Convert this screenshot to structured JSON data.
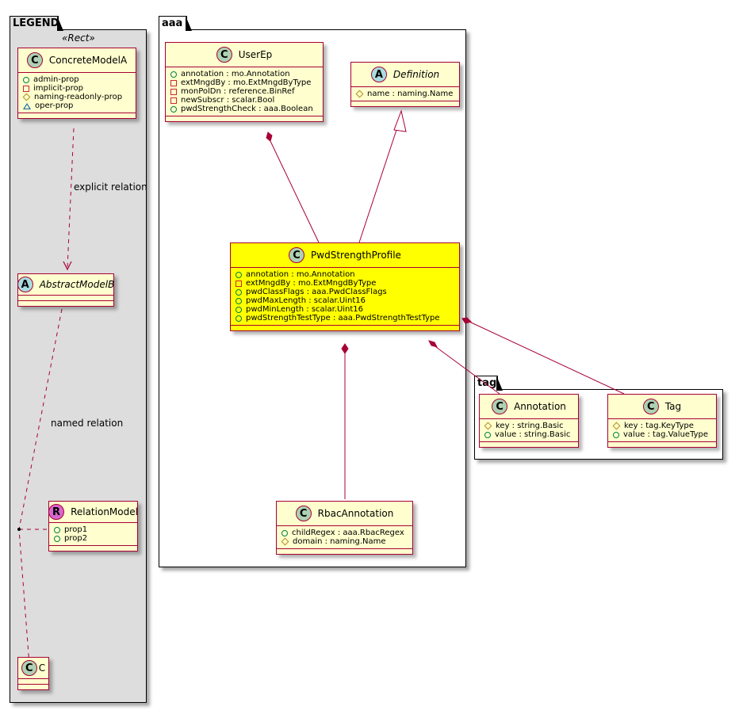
{
  "colors": {
    "class_fill": "#fefece",
    "class_border": "#a80036",
    "highlight_fill": "#ffff00",
    "legend_fill": "#dddddd",
    "edge": "#a80036"
  },
  "packages": {
    "legend": {
      "name": "LEGEND",
      "stereotype": "«Rect»"
    },
    "aaa": {
      "name": "aaa"
    },
    "tag": {
      "name": "tag"
    }
  },
  "classes": {
    "concrete_model_a": {
      "badge": "C",
      "name": "ConcreteModelA",
      "attributes": [
        {
          "visibility": "public",
          "text": "admin-prop"
        },
        {
          "visibility": "private",
          "text": "implicit-prop"
        },
        {
          "visibility": "protected",
          "text": "naming-readonly-prop"
        },
        {
          "visibility": "package",
          "text": "oper-prop"
        }
      ]
    },
    "abstract_model_b": {
      "badge": "A",
      "name": "AbstractModelB",
      "attributes": []
    },
    "relation_model": {
      "badge": "R",
      "name": "RelationModel",
      "attributes": [
        {
          "visibility": "public",
          "text": "prop1"
        },
        {
          "visibility": "public",
          "text": "prop2"
        }
      ]
    },
    "c": {
      "badge": "C",
      "name": "C",
      "attributes": []
    },
    "user_ep": {
      "badge": "C",
      "name": "UserEp",
      "attributes": [
        {
          "visibility": "public",
          "text": "annotation : mo.Annotation"
        },
        {
          "visibility": "private",
          "text": "extMngdBy : mo.ExtMngdByType"
        },
        {
          "visibility": "private",
          "text": "monPolDn : reference.BinRef"
        },
        {
          "visibility": "private",
          "text": "newSubscr : scalar.Bool"
        },
        {
          "visibility": "public",
          "text": "pwdStrengthCheck : aaa.Boolean"
        }
      ]
    },
    "definition": {
      "badge": "A",
      "name": "Definition",
      "attributes": [
        {
          "visibility": "protected",
          "text": "name : naming.Name"
        }
      ]
    },
    "pwd_strength_profile": {
      "badge": "C",
      "name": "PwdStrengthProfile",
      "attributes": [
        {
          "visibility": "public",
          "text": "annotation : mo.Annotation"
        },
        {
          "visibility": "private",
          "text": "extMngdBy : mo.ExtMngdByType"
        },
        {
          "visibility": "public",
          "text": "pwdClassFlags : aaa.PwdClassFlags"
        },
        {
          "visibility": "public",
          "text": "pwdMaxLength : scalar.Uint16"
        },
        {
          "visibility": "public",
          "text": "pwdMinLength : scalar.Uint16"
        },
        {
          "visibility": "public",
          "text": "pwdStrengthTestType : aaa.PwdStrengthTestType"
        }
      ]
    },
    "rbac_annotation": {
      "badge": "C",
      "name": "RbacAnnotation",
      "attributes": [
        {
          "visibility": "public",
          "text": "childRegex : aaa.RbacRegex"
        },
        {
          "visibility": "protected",
          "text": "domain : naming.Name"
        }
      ]
    },
    "annotation": {
      "badge": "C",
      "name": "Annotation",
      "attributes": [
        {
          "visibility": "protected",
          "text": "key : string.Basic"
        },
        {
          "visibility": "public",
          "text": "value : string.Basic"
        }
      ]
    },
    "tag": {
      "badge": "C",
      "name": "Tag",
      "attributes": [
        {
          "visibility": "protected",
          "text": "key : tag.KeyType"
        },
        {
          "visibility": "public",
          "text": "value : tag.ValueType"
        }
      ]
    }
  },
  "relations": [
    {
      "from": "ConcreteModelA",
      "to": "AbstractModelB",
      "type": "dependency",
      "label": "explicit relation"
    },
    {
      "from": "AbstractModelB",
      "to": "C",
      "type": "dependency",
      "label": "named relation",
      "association_class": "RelationModel"
    },
    {
      "from": "UserEp",
      "to": "PwdStrengthProfile",
      "type": "composition",
      "label": ""
    },
    {
      "from": "PwdStrengthProfile",
      "to": "Definition",
      "type": "generalization",
      "label": ""
    },
    {
      "from": "PwdStrengthProfile",
      "to": "RbacAnnotation",
      "type": "composition",
      "label": ""
    },
    {
      "from": "PwdStrengthProfile",
      "to": "Annotation",
      "type": "composition",
      "label": ""
    },
    {
      "from": "PwdStrengthProfile",
      "to": "Tag",
      "type": "composition",
      "label": ""
    }
  ]
}
